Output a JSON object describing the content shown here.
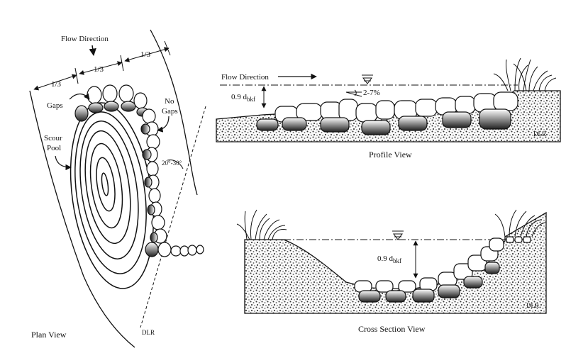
{
  "plan_view": {
    "title": "Plan View",
    "flow_direction": "Flow Direction",
    "thirds": [
      "1/3",
      "1/3",
      "1/3"
    ],
    "gaps": "Gaps",
    "no_gaps_line1": "No",
    "no_gaps_line2": "Gaps",
    "scour_line1": "Scour",
    "scour_line2": "Pool",
    "angle": "20°-30°",
    "dlr": "DLR"
  },
  "profile_view": {
    "title": "Profile View",
    "flow_direction": "Flow Direction",
    "depth_main": "0.9 d",
    "depth_sub": "bkf",
    "slope": "2-7%",
    "dlr": "DLR"
  },
  "cross_section_view": {
    "title": "Cross Section View",
    "depth_main": "0.9 d",
    "depth_sub": "bkf",
    "dlr": "DLR"
  }
}
